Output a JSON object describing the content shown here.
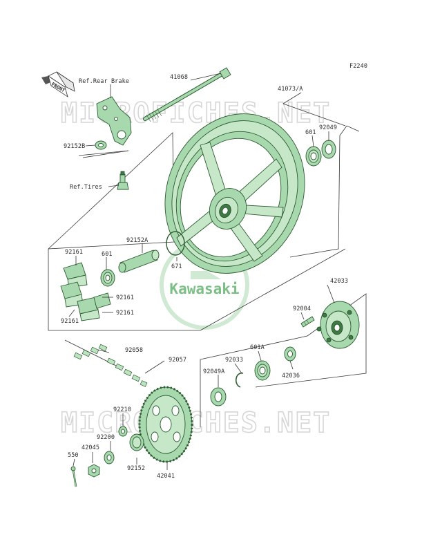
{
  "figure_code": "F2240",
  "front_marker": "FRONT",
  "watermark": "MICROFICHES.NET",
  "brand_logo": "Kawasaki",
  "colors": {
    "part_fill": "#a8d8ad",
    "part_stroke": "#2a5a2e",
    "watermark": "#d6d6d6",
    "logo": "#7bbf84"
  },
  "labels": {
    "ref_rear_brake": "Ref.Rear Brake",
    "p41068": "41068",
    "p41073a": "41073/A",
    "p92152b": "92152B",
    "ref_tires": "Ref.Tires",
    "p601_top": "601",
    "p92049": "92049",
    "p92161_a": "92161",
    "p601_left": "601",
    "p92152a": "92152A",
    "p671": "671",
    "p92161_b": "92161",
    "p92161_c": "92161",
    "p92161_d": "92161",
    "p42033": "42033",
    "p92004": "92004",
    "p601a": "601A",
    "p92033": "92033",
    "p92058": "92058",
    "p92057": "92057",
    "p92049a": "92049A",
    "p42036": "42036",
    "p92210": "92210",
    "p92200": "92200",
    "p42045": "42045",
    "p550": "550",
    "p92152": "92152",
    "p42041": "42041"
  }
}
